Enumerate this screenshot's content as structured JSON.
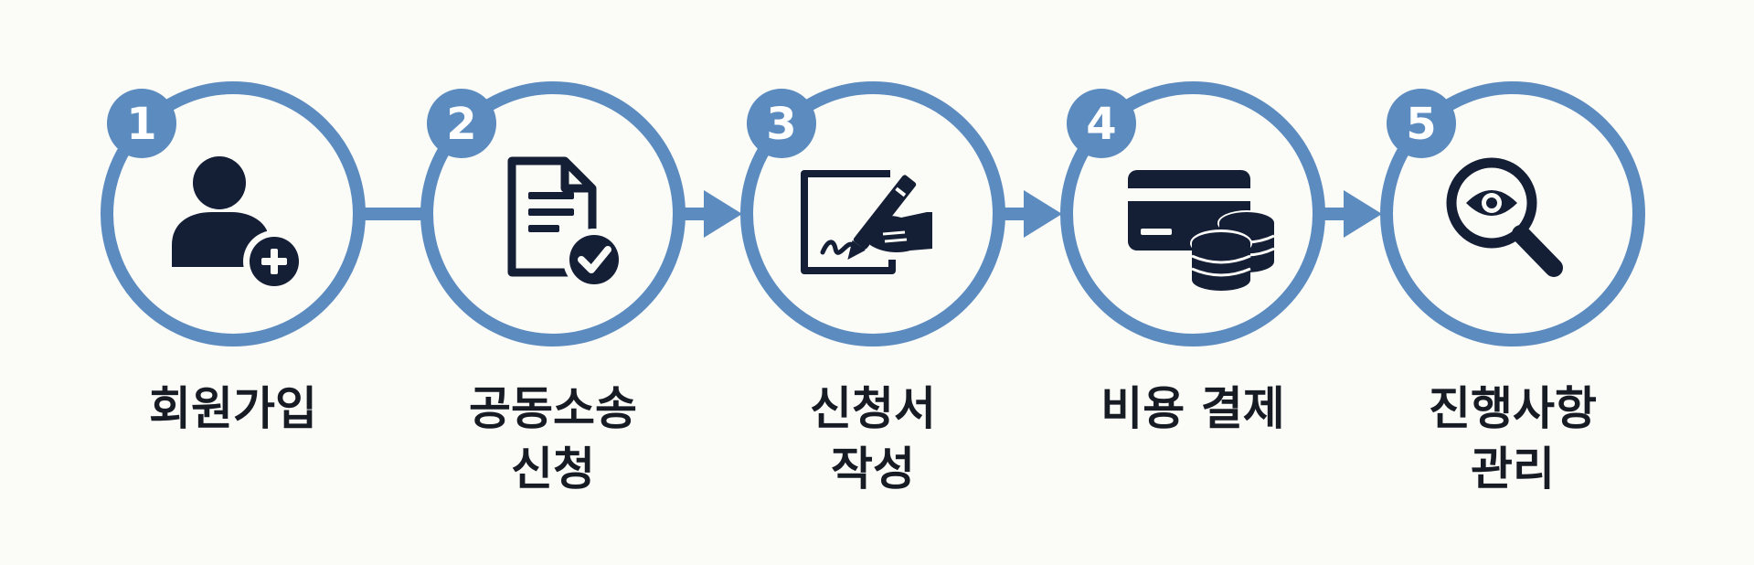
{
  "colors": {
    "ring": "#5b8bbf",
    "icon": "#141e35",
    "background": "#fbfbf8",
    "badge_text": "#ffffff",
    "label_text": "#171b24"
  },
  "steps": [
    {
      "number": "1",
      "icon": "user-add-icon",
      "lines": [
        "회원가입"
      ]
    },
    {
      "number": "2",
      "icon": "document-check-icon",
      "lines": [
        "공동소송",
        "신청"
      ]
    },
    {
      "number": "3",
      "icon": "signature-pen-icon",
      "lines": [
        "신청서",
        "작성"
      ]
    },
    {
      "number": "4",
      "icon": "card-coins-icon",
      "lines": [
        "비용 결제"
      ]
    },
    {
      "number": "5",
      "icon": "magnifier-eye-icon",
      "lines": [
        "진행사항",
        "관리"
      ]
    }
  ],
  "connectors": [
    "line",
    "arrow",
    "arrow",
    "arrow"
  ]
}
